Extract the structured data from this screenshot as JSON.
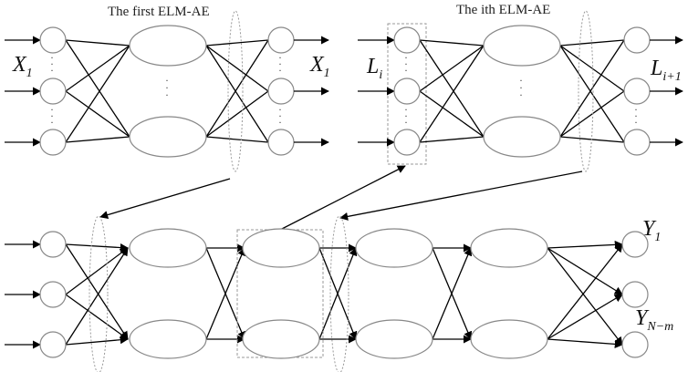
{
  "captions": {
    "first_ae": "The first ELM-AE",
    "ith_ae": "The ith ELM-AE"
  },
  "labels": {
    "x_in": "X",
    "x_in_sub": "1",
    "x_out": "X",
    "x_out_sub": "1",
    "l_in": "L",
    "l_in_sub": "i",
    "l_out": "L",
    "l_out_sub": "i+1",
    "y_top": "Y",
    "y_top_sub": "1",
    "y_bottom": "Y",
    "y_bottom_sub": "N−m"
  }
}
